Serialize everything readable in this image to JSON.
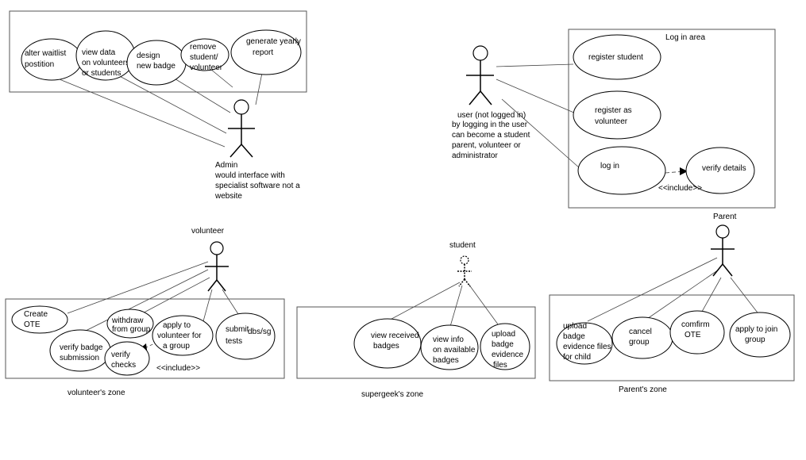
{
  "boundaries": {
    "login_area": "Log in area"
  },
  "zones": {
    "volunteer": "volunteer's zone",
    "supergeek": "supergeek's zone",
    "parent": "Parent's zone"
  },
  "actors": {
    "admin": [
      "Admin",
      "would interface with",
      "specialist software not a",
      "website"
    ],
    "user": [
      "user (not logged in)",
      "by logging in the user",
      "can become a student",
      "parent, volunteer or",
      "administrator"
    ],
    "volunteer": [
      "volunteer"
    ],
    "student": [
      "student"
    ],
    "parent": [
      "Parent"
    ]
  },
  "use_cases": {
    "admin": {
      "alter_waitlist": [
        "alter waitlist",
        "postition"
      ],
      "view_data": [
        "view data",
        "on volunteers",
        "or students"
      ],
      "design_badge": [
        "design",
        "new badge"
      ],
      "remove_student": [
        "remove",
        "student/",
        "volunteer"
      ],
      "generate_report": [
        "generate yearly",
        "report"
      ]
    },
    "login": {
      "register_student": [
        "register student"
      ],
      "register_volunteer": [
        "register as",
        "volunteer"
      ],
      "log_in": [
        "log in"
      ],
      "verify_details": [
        "verify details"
      ]
    },
    "volunteer": {
      "create_ote": [
        "Create",
        "OTE"
      ],
      "verify_badge": [
        "verify badge",
        "submission"
      ],
      "withdraw": [
        "withdraw",
        "from group"
      ],
      "apply_volunteer": [
        "apply to",
        "volunteer for",
        "a group"
      ],
      "verify_checks": [
        "verify",
        "checks"
      ],
      "submit_dbs": [
        "submit",
        "dbs/sg",
        "tests"
      ]
    },
    "student": {
      "view_received": [
        "view received",
        "badges"
      ],
      "view_info": [
        "view info",
        "on available",
        "badges"
      ],
      "upload_evidence": [
        "upload",
        "badge",
        "evidence",
        "files"
      ]
    },
    "parent": {
      "upload_child": [
        "upload",
        "badge",
        "evidence files",
        "for child"
      ],
      "cancel_group": [
        "cancel",
        "group"
      ],
      "confirm_ote": [
        "comfirm",
        "OTE"
      ],
      "apply_join": [
        "apply to join",
        "group"
      ]
    }
  },
  "relations": {
    "include_login": "<<include>>",
    "include_volunteer": "<<include>>"
  }
}
